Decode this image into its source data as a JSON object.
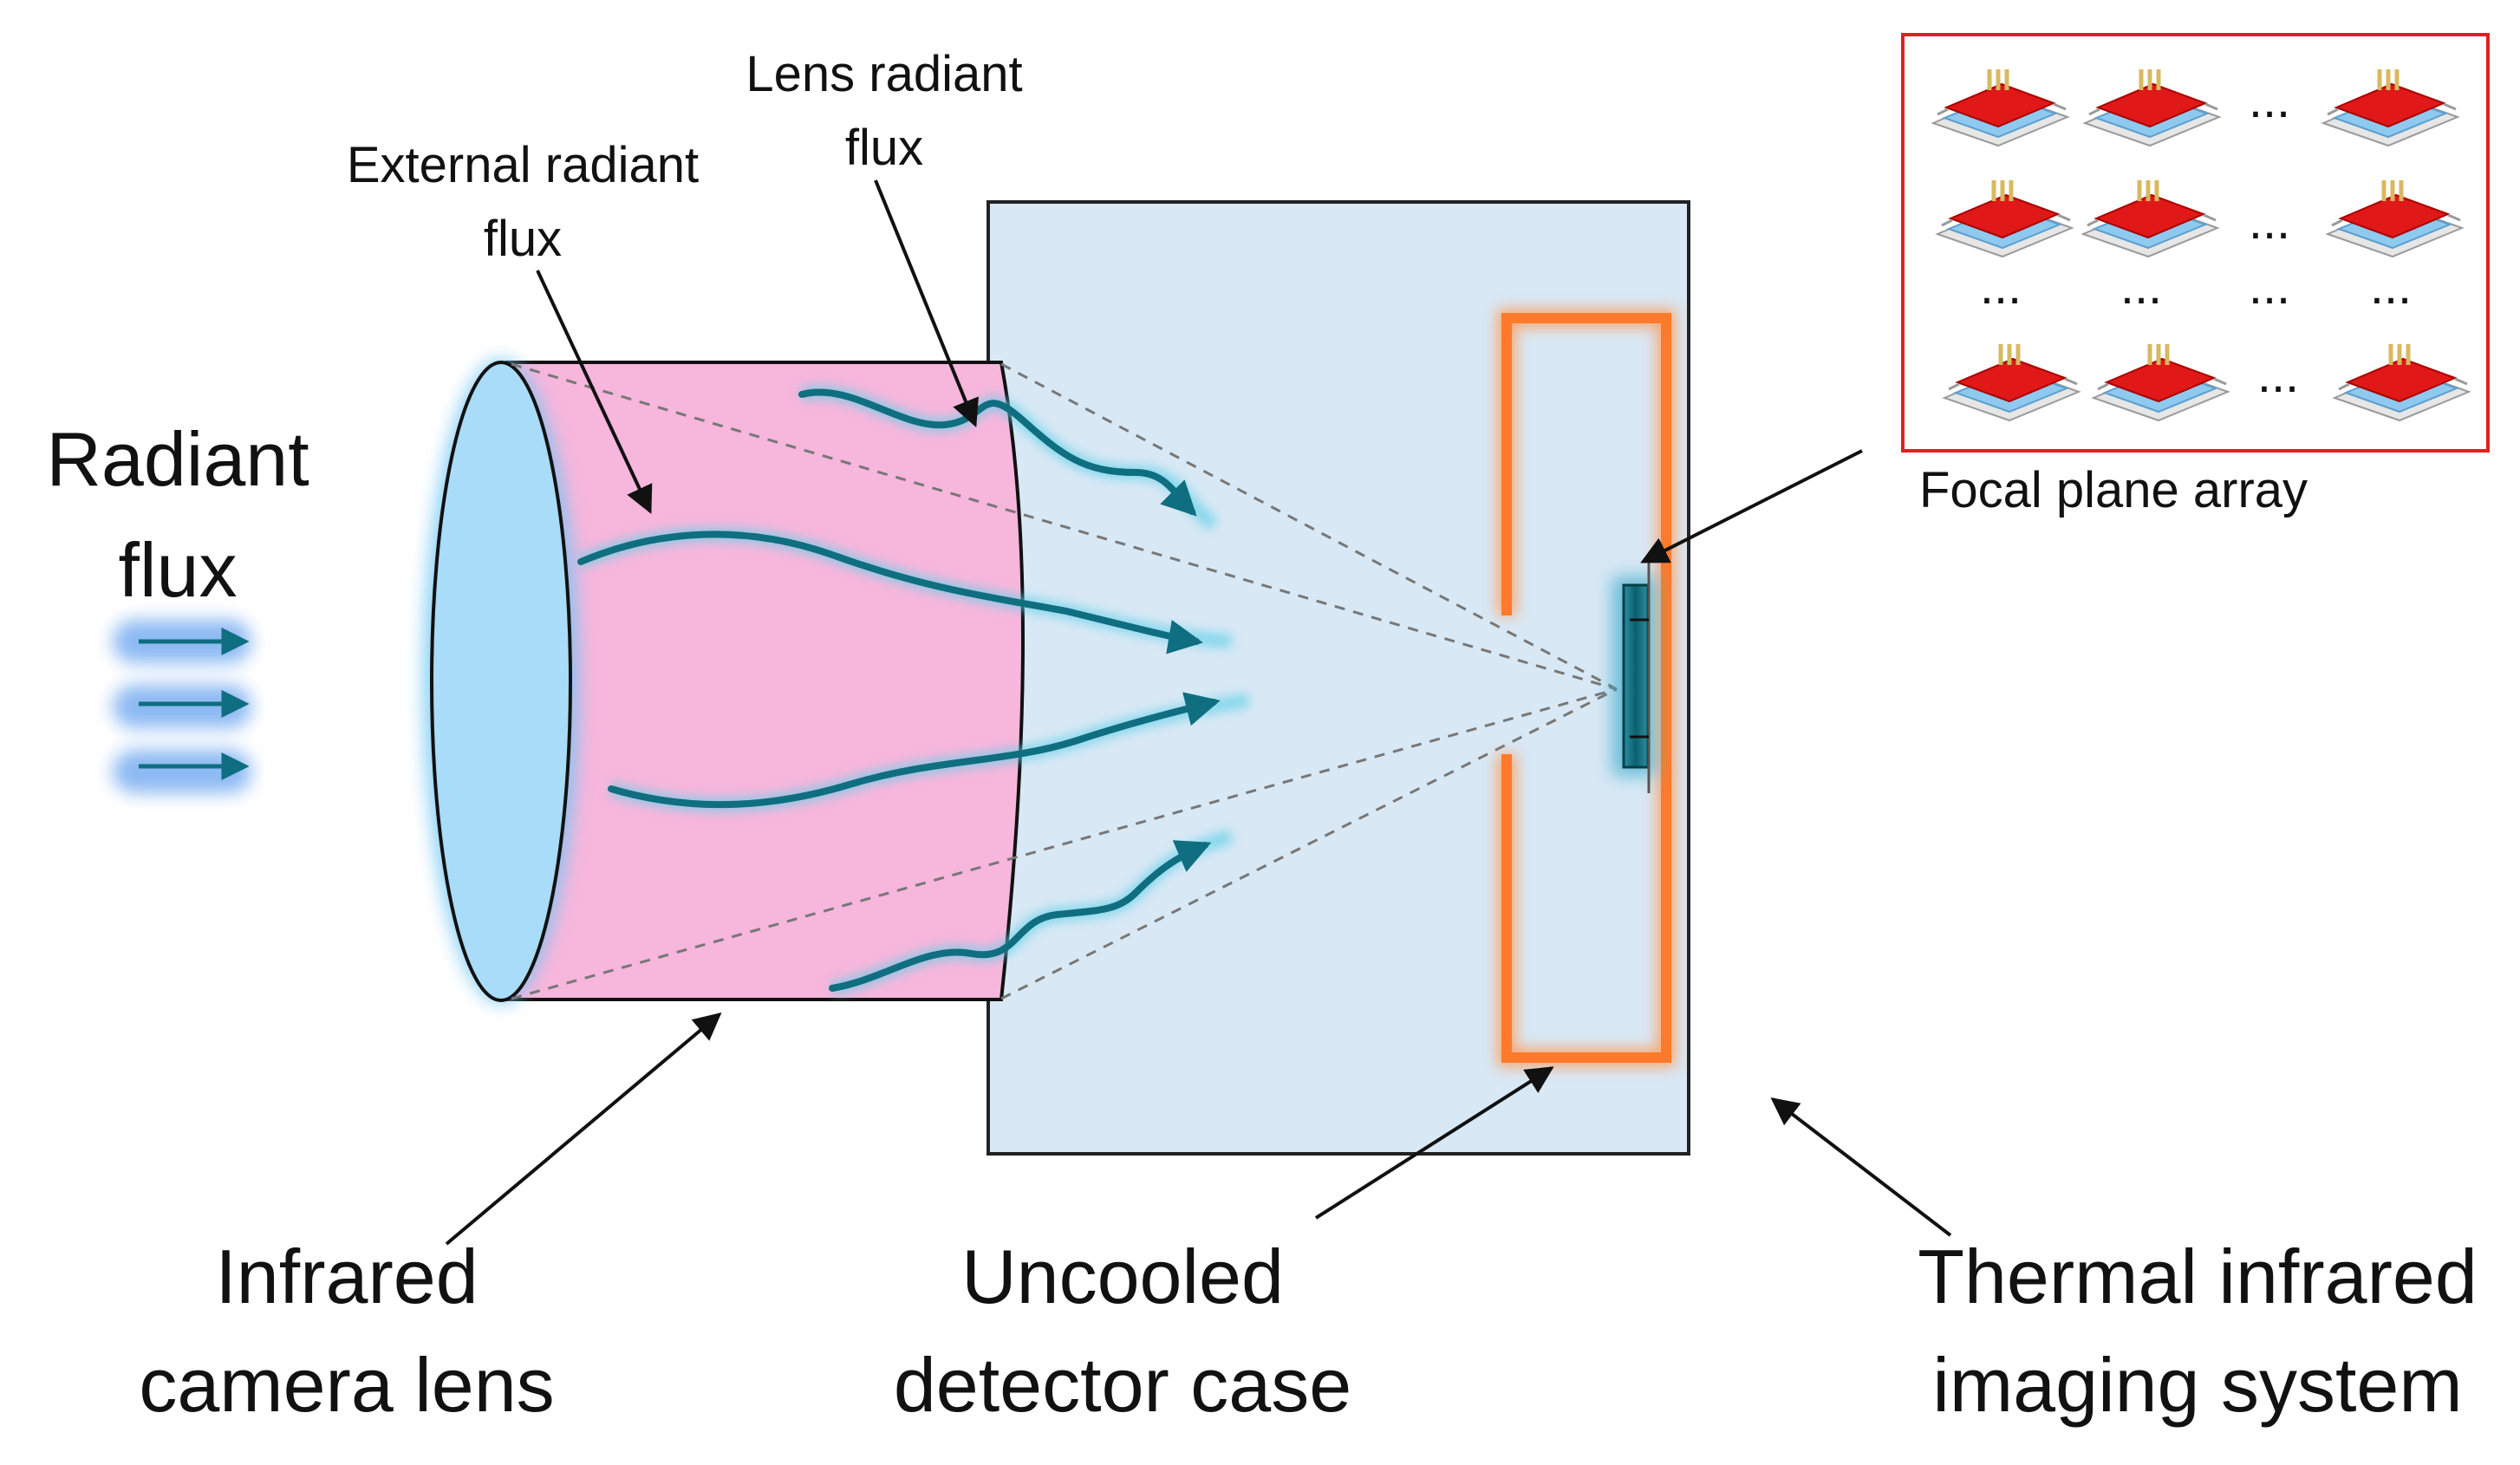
{
  "labels": {
    "radiant_flux": [
      "Radiant",
      "flux"
    ],
    "external_radiant_flux": [
      "External radiant",
      "flux"
    ],
    "lens_radiant_flux": [
      "Lens radiant",
      "flux"
    ],
    "focal_plane_array": "Focal plane array",
    "infrared_camera_lens": [
      "Infrared",
      "camera lens"
    ],
    "uncooled_detector_case": [
      "Uncooled",
      "detector case"
    ],
    "thermal_infrared_imaging_system": [
      "Thermal infrared",
      "imaging system"
    ],
    "ellipsis": "..."
  },
  "colors": {
    "lens_face": "#a8dcf8",
    "lens_body": "#f7b6dc",
    "system_box": "#d8e8f5",
    "detector_case": "#ff7a2a",
    "flux_wave": "#0f6e80",
    "fpa_frame": "#e02020",
    "pixel_top": "#e01818",
    "pixel_base": "#8ec9ef",
    "pixel_legs": "#d9b860"
  }
}
